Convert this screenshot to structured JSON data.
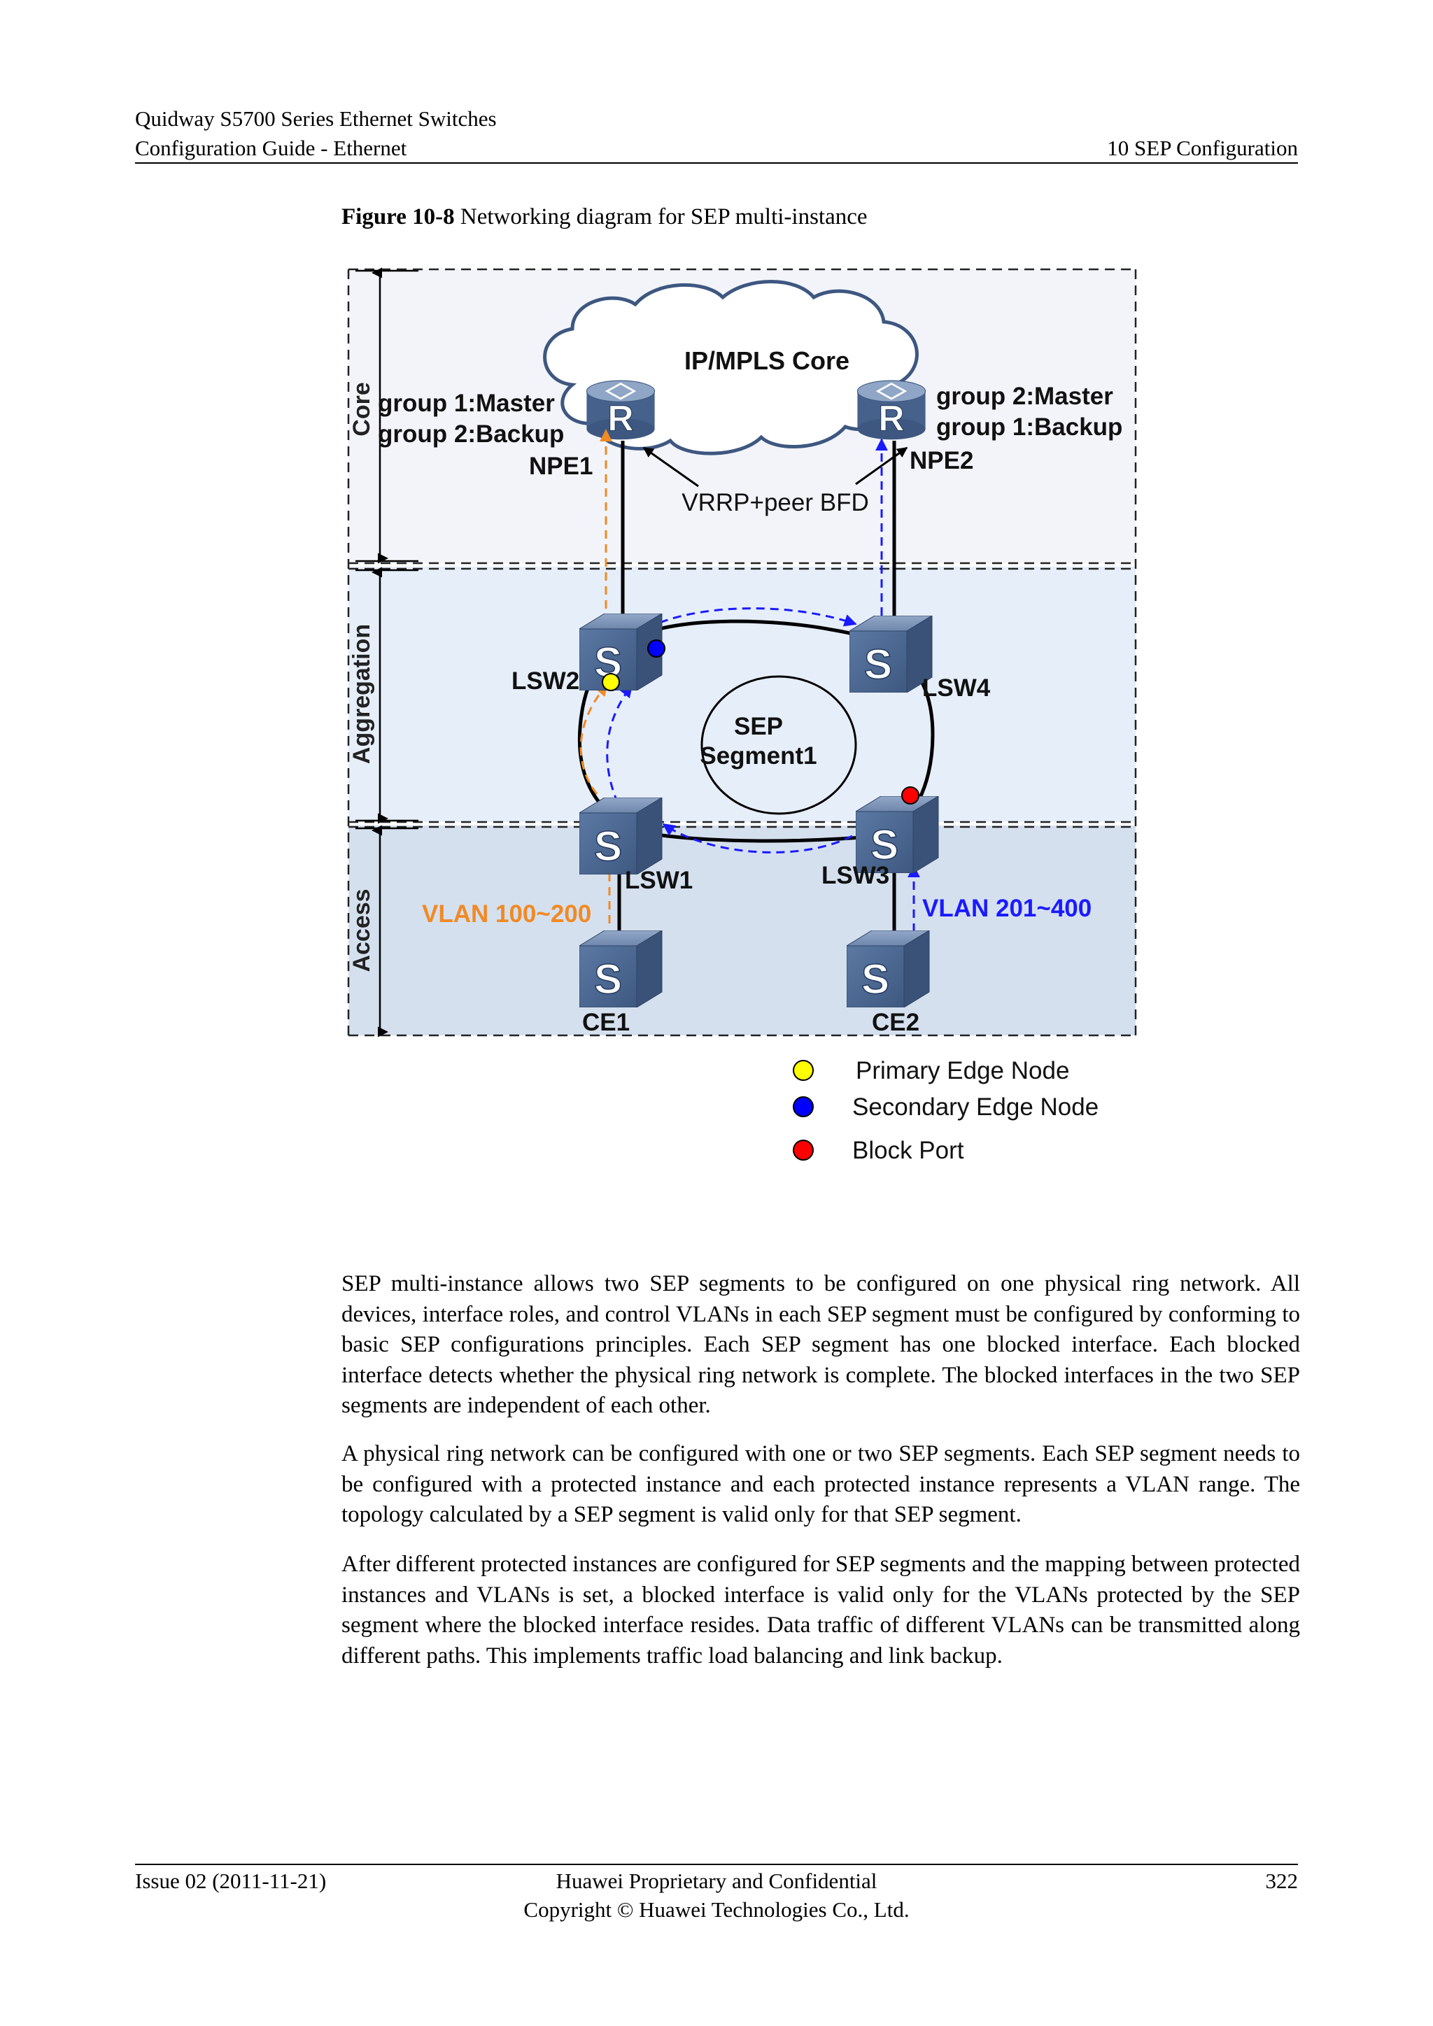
{
  "header": {
    "product": "Quidway S5700 Series Ethernet Switches",
    "guide": "Configuration Guide - Ethernet",
    "chapter": "10 SEP Configuration"
  },
  "figure": {
    "number": "Figure 10-8",
    "title": "Networking diagram for SEP multi-instance",
    "layers": {
      "core": "Core",
      "aggregation": "Aggregation",
      "access": "Access"
    },
    "cloud_label": "IP/MPLS Core",
    "npe1": {
      "name": "NPE1",
      "line1": "group 1:Master",
      "line2": "group 2:Backup"
    },
    "npe2": {
      "name": "NPE2",
      "line1": "group 2:Master",
      "line2": "group 1:Backup"
    },
    "vrrp_label": "VRRP+peer BFD",
    "devices": {
      "lsw1": "LSW1",
      "lsw2": "LSW2",
      "lsw3": "LSW3",
      "lsw4": "LSW4",
      "ce1": "CE1",
      "ce2": "CE2"
    },
    "switch_glyph": "S",
    "router_glyph": "R",
    "segment_line1": "SEP",
    "segment_line2": "Segment1",
    "vlan1": "VLAN 100~200",
    "vlan2": "VLAN 201~400",
    "legend": [
      {
        "label": "Primary Edge Node",
        "color": "#ffff00"
      },
      {
        "label": "Secondary Edge Node",
        "color": "#0000ff"
      },
      {
        "label": "Block Port",
        "color": "#ff0000"
      }
    ],
    "colors": {
      "orange": "#f08a24",
      "blue": "#1a1aff",
      "core_bg": "#f2f4f9",
      "agg_bg": "#e6eef9",
      "access_bg": "#d5e0ef",
      "switch": "#4f6b92"
    }
  },
  "paragraphs": [
    "SEP multi-instance allows two SEP segments to be configured on one physical ring network. All devices, interface roles, and control VLANs in each SEP segment must be configured by conforming to basic SEP configurations principles. Each SEP segment has one blocked interface. Each blocked interface detects whether the physical ring network is complete. The blocked interfaces in the two SEP segments are independent of each other.",
    "A physical ring network can be configured with one or two SEP segments. Each SEP segment needs to be configured with a protected instance and each protected instance represents a VLAN range. The topology calculated by a SEP segment is valid only for that SEP segment.",
    "After different protected instances are configured for SEP segments and the mapping between protected instances and VLANs is set, a blocked interface is valid only for the VLANs protected by the SEP segment where the blocked interface resides. Data traffic of different VLANs can be transmitted along different paths. This implements traffic load balancing and link backup."
  ],
  "footer": {
    "issue": "Issue 02 (2011-11-21)",
    "line1": "Huawei Proprietary and Confidential",
    "line2": "Copyright © Huawei Technologies Co., Ltd.",
    "page": "322"
  }
}
